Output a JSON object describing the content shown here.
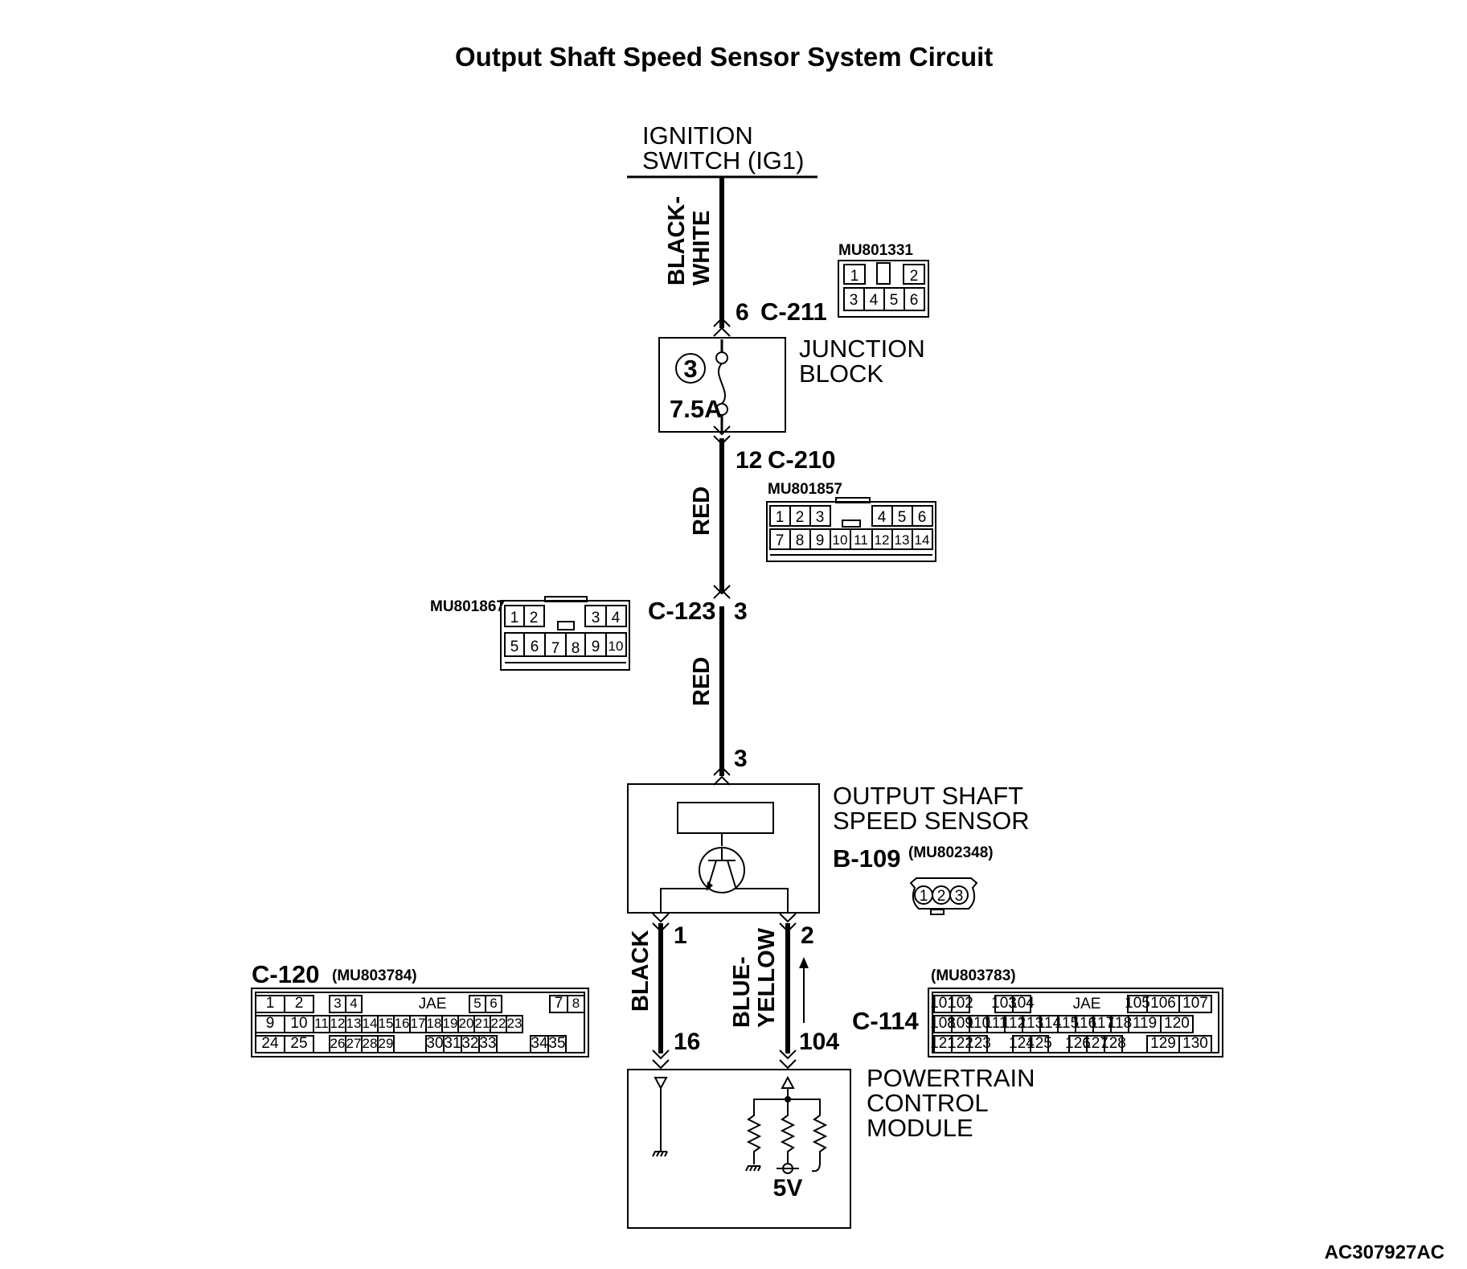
{
  "title": "Output Shaft Speed Sensor System Circuit",
  "figure_code": "AC307927AC",
  "power_source": {
    "line1": "IGNITION",
    "line2": "SWITCH (IG1)"
  },
  "wires": {
    "upper": "BLACK-WHITE",
    "upper_line1": "BLACK-",
    "upper_line2": "WHITE",
    "middle": "RED",
    "lower": "RED",
    "ground": "BLACK",
    "signal_line1": "BLUE-",
    "signal_line2": "YELLOW"
  },
  "junction_block": {
    "line1": "JUNCTION",
    "line2": "BLOCK",
    "fuse_number": "3",
    "fuse_rating": "7.5A",
    "in_pin": "6",
    "in_connector": "C-211",
    "out_pin": "12",
    "out_connector": "C-210"
  },
  "connector_C211": {
    "part": "MU801331",
    "rows": [
      [
        "1",
        "",
        "2"
      ],
      [
        "3",
        "4",
        "5",
        "6"
      ]
    ]
  },
  "connector_C210": {
    "part": "MU801857",
    "rows": [
      [
        "1",
        "2",
        "3",
        "4",
        "5",
        "6"
      ],
      [
        "7",
        "8",
        "9",
        "10",
        "11",
        "12",
        "13",
        "14"
      ]
    ]
  },
  "connector_C123": {
    "id": "C-123",
    "pin": "3",
    "part": "MU801867",
    "rows": [
      [
        "1",
        "2",
        "3",
        "4"
      ],
      [
        "5",
        "6",
        "7",
        "8",
        "9",
        "10"
      ]
    ]
  },
  "sensor": {
    "line1": "OUTPUT SHAFT",
    "line2": "SPEED SENSOR",
    "connector": "B-109",
    "part": "(MU802348)",
    "pins": [
      "1",
      "2",
      "3"
    ],
    "supply_pin": "3",
    "ground_pin": "1",
    "signal_pin": "2"
  },
  "pcm": {
    "line1": "POWERTRAIN",
    "line2": "CONTROL",
    "line3": "MODULE",
    "voltage": "5V",
    "ground_pin": "16",
    "signal_pin": "104"
  },
  "connector_C120": {
    "id": "C-120",
    "part": "(MU803784)",
    "label": "JAE",
    "rows": [
      [
        "1",
        "2",
        "3",
        "4",
        "5",
        "6",
        "7",
        "8"
      ],
      [
        "9",
        "10",
        "11",
        "12",
        "13",
        "14",
        "15",
        "16",
        "17",
        "18",
        "19",
        "20",
        "21",
        "22",
        "23"
      ],
      [
        "24",
        "25",
        "26",
        "27",
        "28",
        "29",
        "30",
        "31",
        "32",
        "33",
        "34",
        "35"
      ]
    ]
  },
  "connector_C114": {
    "id": "C-114",
    "part": "(MU803783)",
    "label": "JAE",
    "rows": [
      [
        "101",
        "102",
        "103",
        "104",
        "105",
        "106",
        "107"
      ],
      [
        "108",
        "109",
        "110",
        "111",
        "112",
        "113",
        "114",
        "115",
        "116",
        "117",
        "118",
        "119",
        "120"
      ],
      [
        "121",
        "122",
        "123",
        "124",
        "125",
        "126",
        "127",
        "128",
        "129",
        "130"
      ]
    ]
  }
}
